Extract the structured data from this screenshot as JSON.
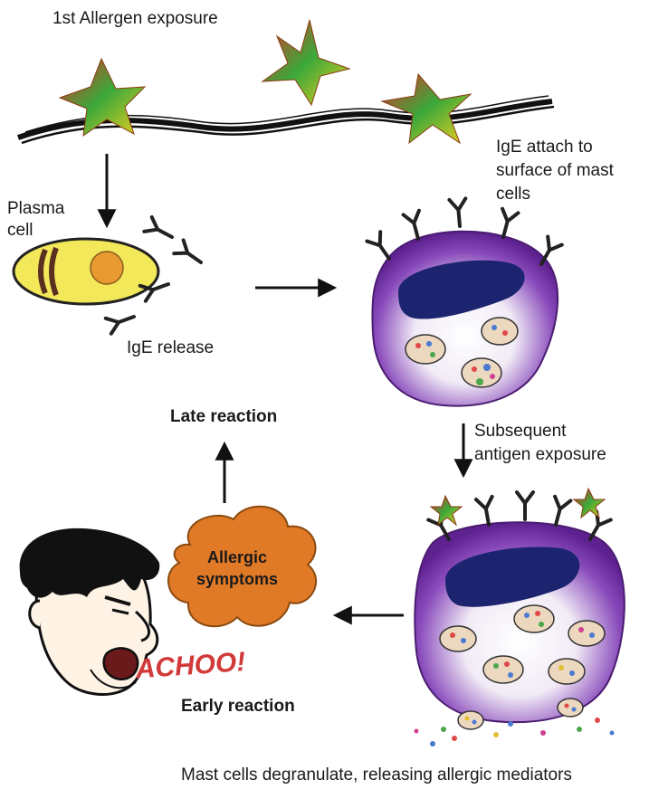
{
  "labels": {
    "first_exposure": "1st Allergen exposure",
    "plasma_cell_line1": "Plasma",
    "plasma_cell_line2": "cell",
    "ige_release": "IgE release",
    "ige_attach_line1": "IgE attach to",
    "ige_attach_line2": "surface of mast",
    "ige_attach_line3": "cells",
    "subsequent_line1": "Subsequent",
    "subsequent_line2": "antigen exposure",
    "late_reaction": "Late reaction",
    "allergic_line1": "Allergic",
    "allergic_line2": "symptoms",
    "achoo": "ACHOO!",
    "early_reaction": "Early reaction",
    "degranulate": "Mast cells degranulate, releasing allergic mediators"
  },
  "colors": {
    "mast_cell": "#6a2c9c",
    "nucleus": "#1c2470",
    "plasma_cell": "#f2e85a",
    "cloud": "#e07a27",
    "achoo": "#d23a3a"
  }
}
